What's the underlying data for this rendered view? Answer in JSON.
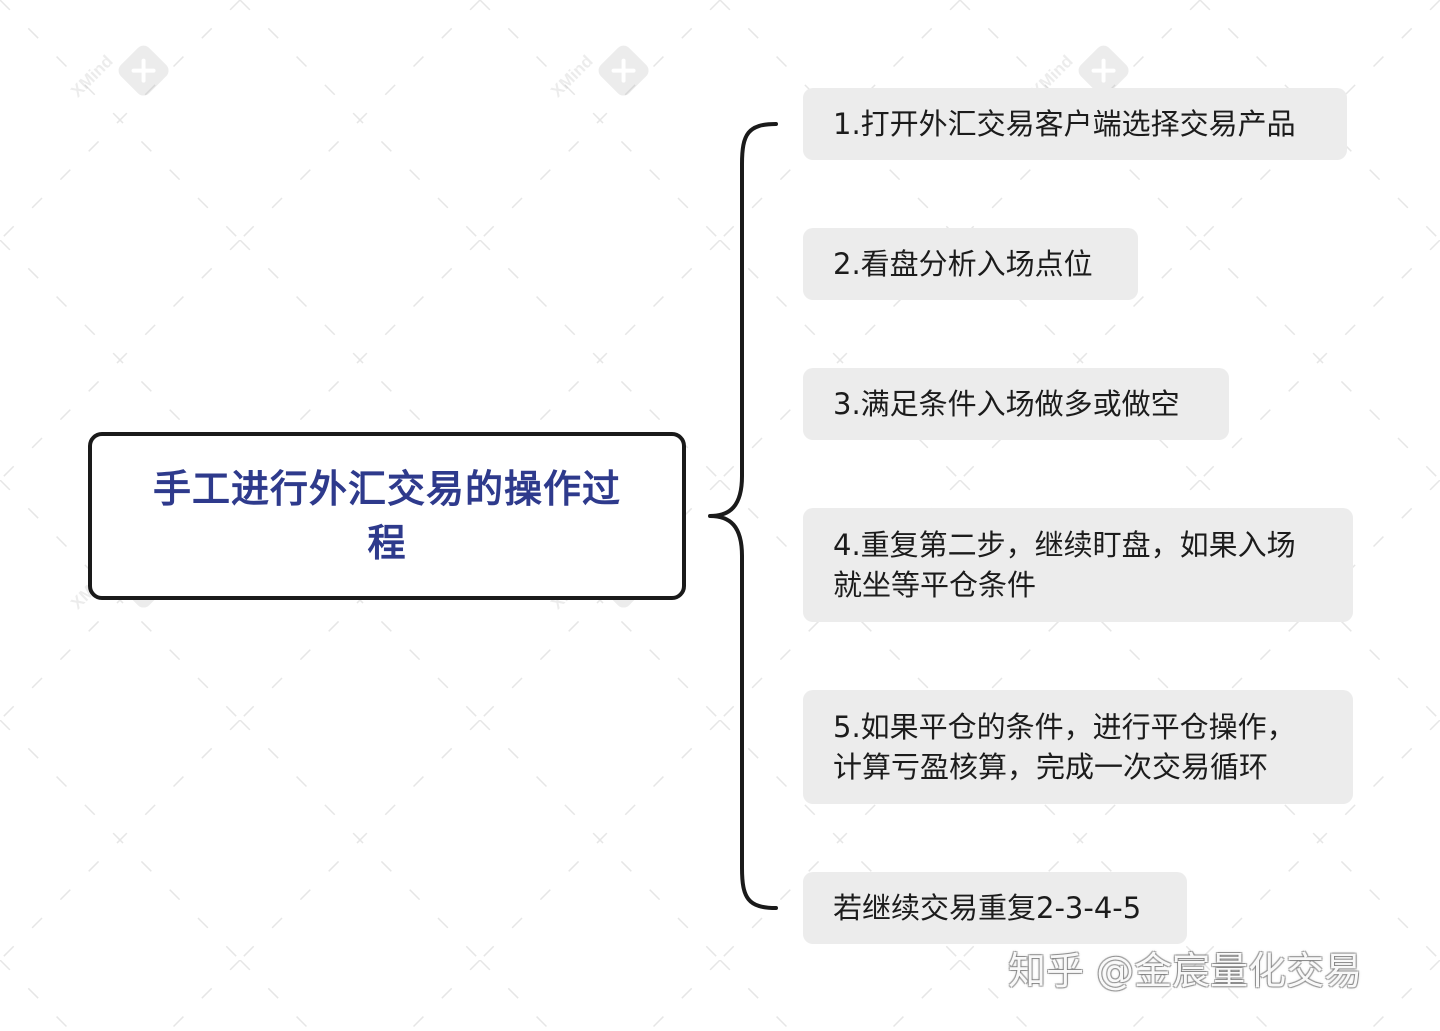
{
  "root": {
    "title": "手工进行外汇交易的操作过程"
  },
  "topics": [
    {
      "label": "1.打开外汇交易客户端选择交易产品"
    },
    {
      "label": "2.看盘分析入场点位"
    },
    {
      "label": "3.满足条件入场做多或做空"
    },
    {
      "label": "4.重复第二步，继续盯盘，如果入场就坐等平仓条件"
    },
    {
      "label": "5.如果平仓的条件，进行平仓操作，计算亏盈核算，完成一次交易循环"
    },
    {
      "label": "若继续交易重复2-3-4-5"
    }
  ],
  "watermark": {
    "text": "XMind"
  },
  "credit": {
    "text": "知乎 @金宸量化交易"
  },
  "colors": {
    "root_text": "#2e3a8c",
    "root_border": "#1a1a1a",
    "topic_bg": "#ececec",
    "topic_text": "#1c1c1c",
    "connector": "#1a1a1a"
  }
}
